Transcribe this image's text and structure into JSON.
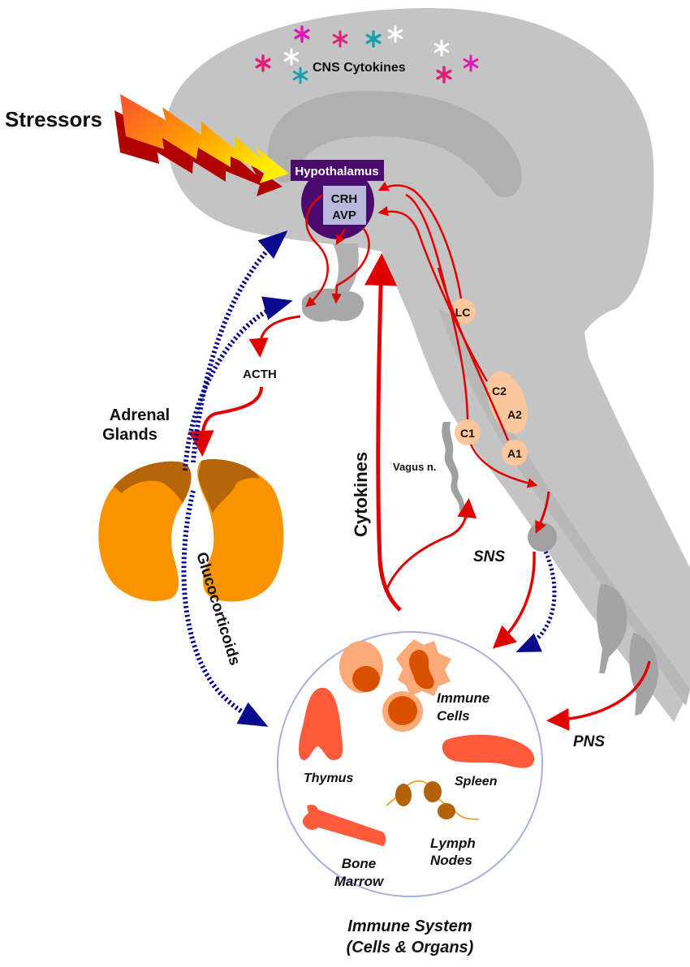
{
  "diagram": {
    "title_labels": {
      "stressors": "Stressors",
      "cns_cytokines": "CNS Cytokines",
      "hypothalamus": "Hypothalamus",
      "crh": "CRH",
      "avp": "AVP",
      "acth": "ACTH",
      "adrenal_line1": "Adrenal",
      "adrenal_line2": "Glands",
      "glucocorticoids": "Glucocorticoids",
      "cytokines": "Cytokines",
      "vagus": "Vagus n.",
      "sns": "SNS",
      "pns": "PNS",
      "lc": "LC",
      "c2": "C2",
      "a2": "A2",
      "c1": "C1",
      "a1": "A1",
      "immune_cells_line1": "Immune",
      "immune_cells_line2": "Cells",
      "thymus": "Thymus",
      "spleen": "Spleen",
      "lymph_line1": "Lymph",
      "lymph_line2": "Nodes",
      "bone_line1": "Bone",
      "bone_line2": "Marrow",
      "immune_system_line1": "Immune System",
      "immune_system_line2": "(Cells & Organs)"
    },
    "colors": {
      "brain": "#c4c4c4",
      "brain_inner": "#b0b0b0",
      "hypothalamus": "#4a0a6e",
      "crh_box": "#b8b8dc",
      "nucleus": "#fcc79c",
      "red_arrow": "#e00000",
      "blue_arrow": "#0a0a8c",
      "adrenal": "#f99400",
      "adrenal_cortex": "#b7650a",
      "organ": "#ff5a3c",
      "cell_outer": "#fcaa78",
      "cell_inner": "#d85000",
      "lymph": "#b4620a",
      "circle_border": "#a8b0dc",
      "cytokine_magenta": "#e01ab8",
      "cytokine_pink": "#e0207a",
      "cytokine_teal": "#1aa0a8",
      "cytokine_white": "#ffffff"
    },
    "pathways": [
      {
        "from": "Stressors",
        "to": "Hypothalamus",
        "type": "stimulus"
      },
      {
        "from": "Hypothalamus",
        "to": "Pituitary",
        "type": "CRH/AVP"
      },
      {
        "from": "Pituitary",
        "to": "Adrenal Glands",
        "type": "ACTH"
      },
      {
        "from": "Adrenal Glands",
        "to": "Immune System",
        "type": "Glucocorticoids"
      },
      {
        "from": "Adrenal Glands",
        "to": "Hypothalamus",
        "type": "negative feedback"
      },
      {
        "from": "Adrenal Glands",
        "to": "Pituitary",
        "type": "negative feedback"
      },
      {
        "from": "Immune System",
        "to": "Hypothalamus",
        "type": "Cytokines"
      },
      {
        "from": "Immune System",
        "to": "Vagus n.",
        "type": "Cytokines"
      },
      {
        "from": "LC/C1/C2/A1/A2",
        "to": "Hypothalamus",
        "type": "noradrenergic"
      },
      {
        "from": "Brainstem",
        "to": "SNS",
        "type": "efferent"
      },
      {
        "from": "SNS",
        "to": "Immune System",
        "type": "efferent"
      },
      {
        "from": "PNS",
        "to": "Immune System",
        "type": "efferent"
      }
    ]
  }
}
